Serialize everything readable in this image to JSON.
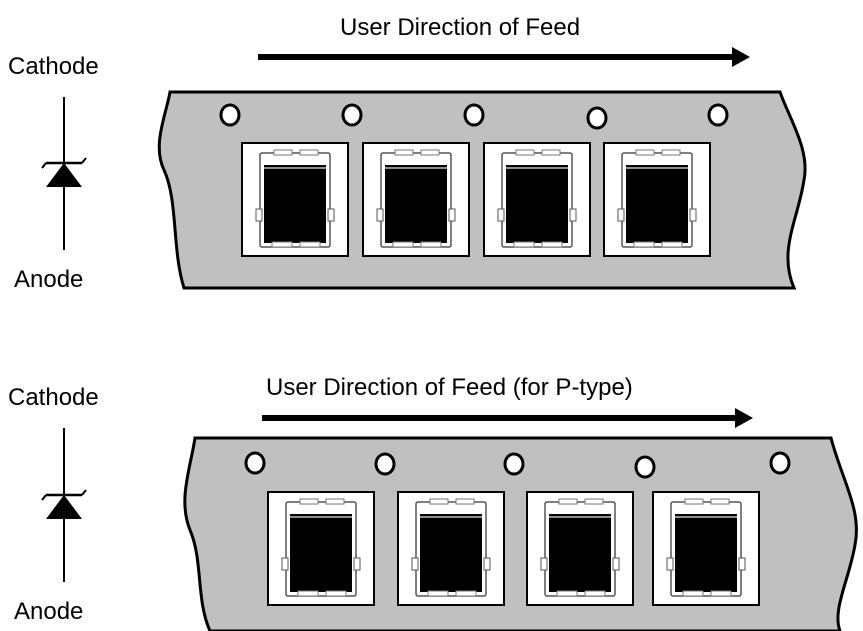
{
  "panels": [
    {
      "feed_label": "User Direction of Feed",
      "cathode_label": "Cathode",
      "anode_label": "Anode"
    },
    {
      "feed_label": "User Direction of Feed (for P-type)",
      "cathode_label": "Cathode",
      "anode_label": "Anode"
    }
  ]
}
